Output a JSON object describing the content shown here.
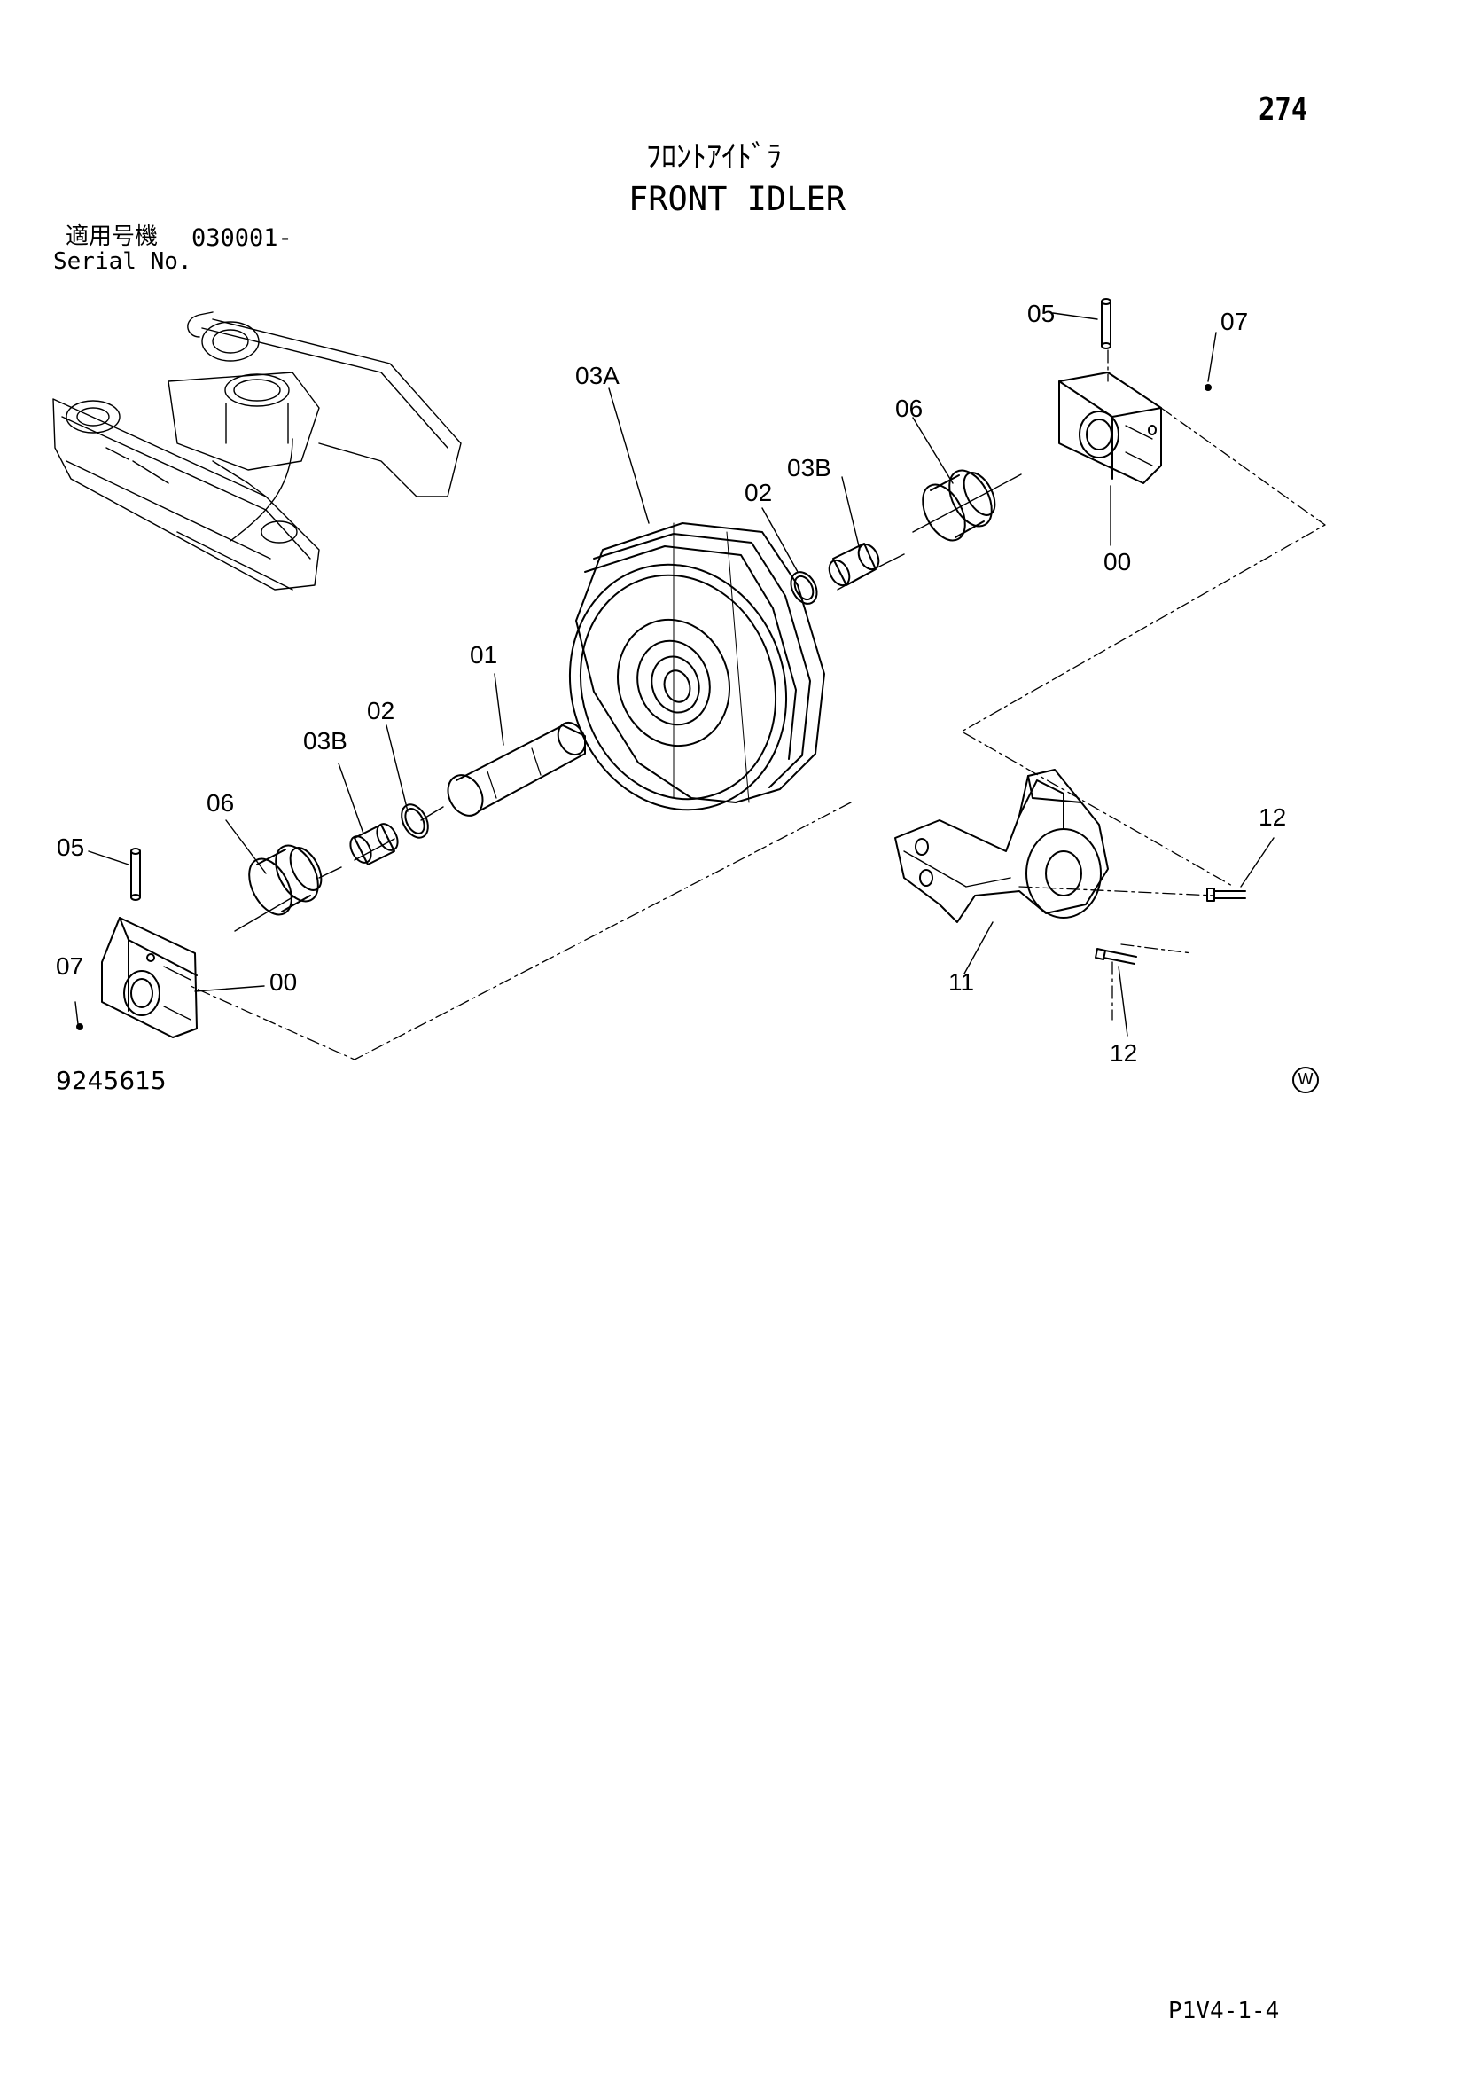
{
  "header": {
    "page_number": "274",
    "title_jp": "ﾌﾛﾝﾄｱｲﾄﾞﾗ",
    "title_en": "FRONT IDLER",
    "serial_label_jp": "適用号機",
    "serial_value": "030001-",
    "serial_label_en": "Serial No."
  },
  "footer": {
    "figure_number": "9245615",
    "watermark": "W",
    "page_code": "P1V4-1-4"
  },
  "part_labels": {
    "p05_top": "05",
    "p07_top": "07",
    "p03A": "03A",
    "p06_right": "06",
    "p03B_right": "03B",
    "p02_right": "02",
    "p00_right": "00",
    "p01": "01",
    "p02_left": "02",
    "p03B_left": "03B",
    "p06_left": "06",
    "p05_left": "05",
    "p07_left": "07",
    "p00_left": "00",
    "p12_top": "12",
    "p11": "11",
    "p12_bottom": "12"
  }
}
